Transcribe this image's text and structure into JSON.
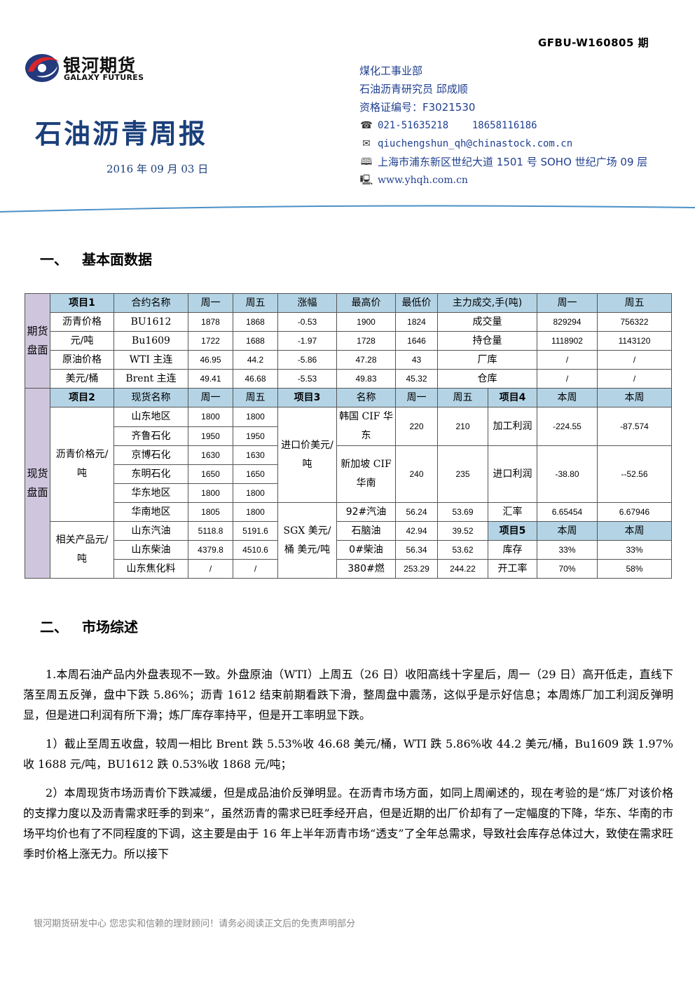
{
  "header": {
    "report_id": "GFBU-W160805 期",
    "logo_cn": "银河期货",
    "logo_en": "GALAXY FUTURES",
    "title": "石油沥青周报",
    "date": "2016 年 09 月 03 日"
  },
  "contact": {
    "department": "煤化工事业部",
    "analyst": "石油沥青研究员 邱成顺",
    "license": "资格证编号：F3021530",
    "phone": "021-51635218    18658116186",
    "email": "qiuchengshun_qh@chinastock.com.cn",
    "address": "上海市浦东新区世纪大道 1501 号 SOHO 世纪广场 09 层",
    "website": "www.yhqh.com.cn"
  },
  "colors": {
    "brand_blue": "#1a3f7a",
    "rule_blue": "#4a90c8",
    "header_fill": "#b4d4e6",
    "side_fill": "#cfc6de",
    "logo_red": "#d7262c",
    "logo_navy": "#233a7c"
  },
  "sections": {
    "s1_num": "一、",
    "s1_title": "基本面数据",
    "s2_num": "二、",
    "s2_title": "市场综述"
  },
  "table": {
    "side_futures": "期货盘面",
    "side_spot": "现货盘面",
    "r1": [
      "项目1",
      "合约名称",
      "周一",
      "周五",
      "涨幅",
      "最高价",
      "最低价",
      "主力成交,手(吨)",
      "周一",
      "周五"
    ],
    "r2": [
      "沥青价格",
      "BU1612",
      "1878",
      "1868",
      "-0.53",
      "1900",
      "1824",
      "成交量",
      "829294",
      "756322"
    ],
    "r3": [
      "元/吨",
      "Bu1609",
      "1722",
      "1688",
      "-1.97",
      "1728",
      "1646",
      "持仓量",
      "1118902",
      "1143120"
    ],
    "r4": [
      "原油价格",
      "WTI 主连",
      "46.95",
      "44.2",
      "-5.86",
      "47.28",
      "43",
      "厂库",
      "/",
      "/"
    ],
    "r5": [
      "美元/桶",
      "Brent 主连",
      "49.41",
      "46.68",
      "-5.53",
      "49.83",
      "45.32",
      "仓库",
      "/",
      "/"
    ],
    "r6": [
      "项目2",
      "现货名称",
      "周一",
      "周五",
      "项目3",
      "名称",
      "周一",
      "周五",
      "项目4",
      "本周",
      "本周"
    ],
    "asphalt_label": "沥青价格元/吨",
    "spot": [
      [
        "山东地区",
        "1800",
        "1800"
      ],
      [
        "齐鲁石化",
        "1950",
        "1950"
      ],
      [
        "京博石化",
        "1630",
        "1630"
      ],
      [
        "东明石化",
        "1650",
        "1650"
      ],
      [
        "华东地区",
        "1800",
        "1800"
      ],
      [
        "华南地区",
        "1805",
        "1800"
      ]
    ],
    "import_label": "进口价美元/吨",
    "import": [
      {
        "name": "韩国 CIF 华东",
        "mon": "220",
        "fri": "210"
      },
      {
        "name": "新加坡 CIF 华南",
        "mon": "240",
        "fri": "235"
      }
    ],
    "profit": [
      {
        "name": "加工利润",
        "a": "-224.55",
        "b": "-87.574"
      },
      {
        "name": "进口利润",
        "a": "-38.80",
        "b": "--52.56"
      }
    ],
    "sgx_label": "SGX 美元/桶 美元/吨",
    "sgx": [
      [
        "92#汽油",
        "56.24",
        "53.69"
      ],
      [
        "石脑油",
        "42.94",
        "39.52"
      ],
      [
        "0#柴油",
        "56.34",
        "53.62"
      ],
      [
        "380#燃",
        "253.29",
        "244.22"
      ]
    ],
    "fx": {
      "name": "汇率",
      "a": "6.65454",
      "b": "6.67946"
    },
    "item5": [
      "项目5",
      "本周",
      "本周"
    ],
    "inventory": [
      "库存",
      "33%",
      "33%"
    ],
    "utilization": [
      "开工率",
      "70%",
      "58%"
    ],
    "related_label": "相关产品元/吨",
    "related": [
      [
        "山东汽油",
        "5118.8",
        "5191.6"
      ],
      [
        "山东柴油",
        "4379.8",
        "4510.6"
      ],
      [
        "山东焦化料",
        "/",
        "/"
      ]
    ]
  },
  "body": {
    "p1": "1.本周石油产品内外盘表现不一致。外盘原油（WTI）上周五（26 日）收阳高线十字星后，周一（29 日）高开低走，直线下落至周五反弹，盘中下跌 5.86%；沥青 1612 结束前期看跌下滑，整周盘中震荡，这似乎是示好信息；本周炼厂加工利润反弹明显，但是进口利润有所下滑；炼厂库存率持平，但是开工率明显下跌。",
    "p2": "1）截止至周五收盘，较周一相比 Brent 跌 5.53%收 46.68 美元/桶，WTI 跌 5.86%收 44.2 美元/桶，Bu1609 跌 1.97%收 1688 元/吨，BU1612 跌 0.53%收 1868 元/吨；",
    "p3": "2）本周现货市场沥青价下跌减缓，但是成品油价反弹明显。在沥青市场方面，如同上周阐述的，现在考验的是“炼厂对该价格的支撑力度以及沥青需求旺季的到来”，虽然沥青的需求已旺季经开启，但是近期的出厂价却有了一定幅度的下降，华东、华南的市场平均价也有了不同程度的下调，这主要是由于 16 年上半年沥青市场“透支”了全年总需求，导致社会库存总体过大，致使在需求旺季时价格上涨无力。所以接下"
  },
  "footer": {
    "text": "银河期货研发中心  您忠实和信赖的理财顾问！请务必阅读正文后的免责声明部分"
  }
}
